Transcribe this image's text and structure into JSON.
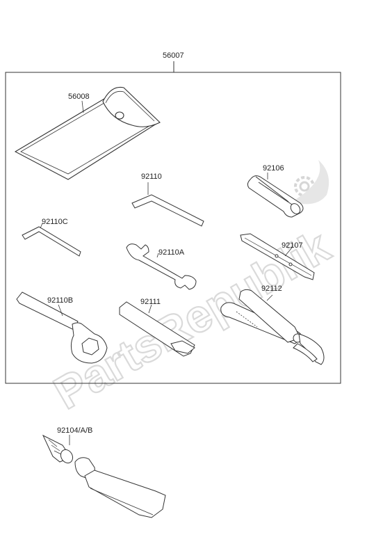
{
  "labels": {
    "kit": "56007",
    "pouch": "56008",
    "wrench_l_hex": "92110",
    "spark_tool": "92106",
    "hex_key_small": "92110C",
    "open_wrench": "92110A",
    "screwdriver": "92107",
    "box_wrench": "92110B",
    "handle_bar": "92111",
    "pliers": "92112",
    "repair_set": "92104/A/B"
  },
  "watermark": "PartsRepublik",
  "colors": {
    "line": "#333333",
    "watermark": "#d9d9d9"
  }
}
